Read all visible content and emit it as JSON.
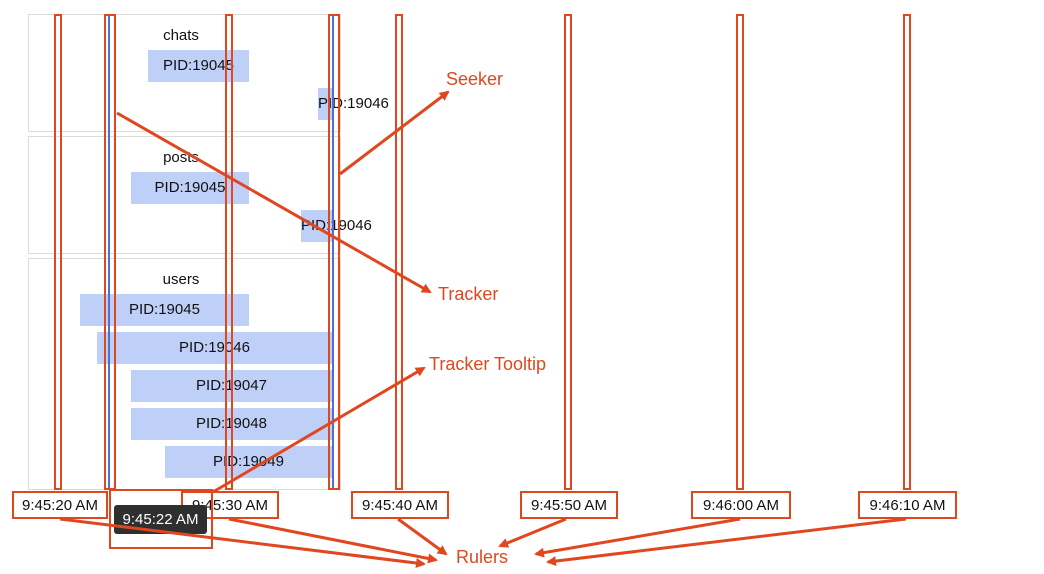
{
  "panels": [
    {
      "title": "chats",
      "bars": [
        {
          "label": "PID:19045"
        },
        {
          "label": "PID:19046"
        }
      ]
    },
    {
      "title": "posts",
      "bars": [
        {
          "label": "PID:19045"
        },
        {
          "label": "PID:19046"
        }
      ]
    },
    {
      "title": "users",
      "bars": [
        {
          "label": "PID:19045"
        },
        {
          "label": "PID:19046"
        },
        {
          "label": "PID:19047"
        },
        {
          "label": "PID:19048"
        },
        {
          "label": "PID:19049"
        }
      ]
    }
  ],
  "rulers": {
    "ticks": [
      "9:45:20 AM",
      "9:45:30 AM",
      "9:45:40 AM",
      "9:45:50 AM",
      "9:46:00 AM",
      "9:46:10 AM"
    ]
  },
  "tooltip": {
    "text": "9:45:22 AM"
  },
  "annotations": {
    "seeker": "Seeker",
    "tracker": "Tracker",
    "tracker_tooltip": "Tracker Tooltip",
    "rulers": "Rulers"
  },
  "colors": {
    "annotation": "#e0471e",
    "bar": "#bfd0f8",
    "line": "#4b6fd6",
    "tooltip_bg": "#2f2f2f"
  }
}
